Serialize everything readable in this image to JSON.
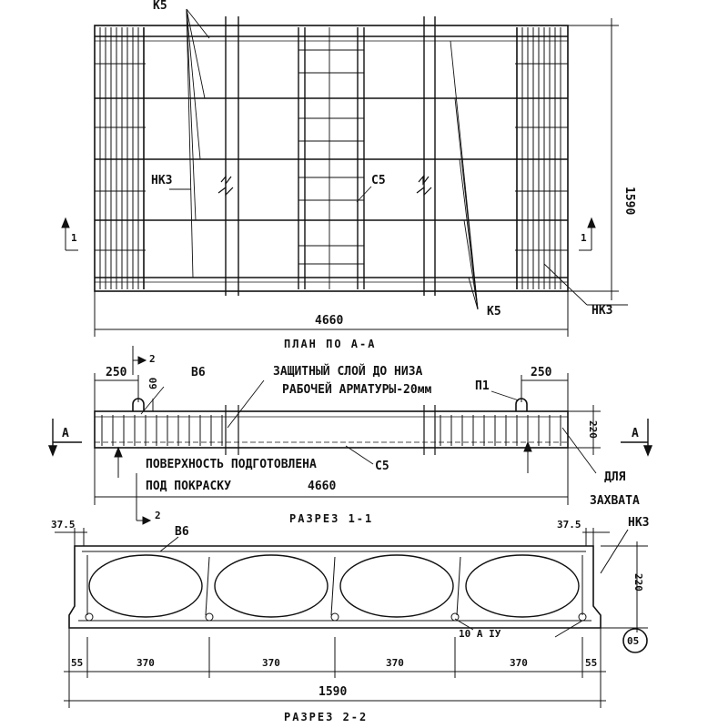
{
  "plan": {
    "label_k5_top": "К5",
    "label_k5_bottom": "К5",
    "label_nk3_left": "НК3",
    "label_nk3_right": "НК3",
    "label_c5": "С5",
    "dim_width": "4660",
    "dim_height": "1590",
    "section_mark": "1",
    "title": "ПЛАН ПО А-А"
  },
  "section1": {
    "dim_left": "250",
    "dim_right": "250",
    "dim_loop_h": "60",
    "dim_height": "220",
    "dim_length": "4660",
    "label_b6": "В6",
    "label_p1": "П1",
    "label_c5": "С5",
    "label_a": "А",
    "note_cover_line1": "ЗАЩИТНЫЙ СЛОЙ ДО НИЗА",
    "note_cover_line2": "РАБОЧЕЙ АРМАТУРЫ-20мм",
    "note_surface_line1": "ПОВЕРХНОСТЬ ПОДГОТОВЛЕНА",
    "note_surface_line2": "ПОД ПОКРАСКУ",
    "note_grip_line1": "ДЛЯ",
    "note_grip_line2": "ЗАХВАТА",
    "section_mark": "2",
    "title": "РАЗРЕЗ 1-1"
  },
  "section2": {
    "dim_edge_left": "37.5",
    "dim_edge_right": "37.5",
    "label_b6": "В6",
    "label_nk3": "НК3",
    "dim_height": "220",
    "rebar": "10 А IУ",
    "rebar_mark": "05",
    "dims": [
      "55",
      "370",
      "370",
      "370",
      "370",
      "55"
    ],
    "dim_total": "1590",
    "title": "РАЗРЕЗ 2-2"
  }
}
